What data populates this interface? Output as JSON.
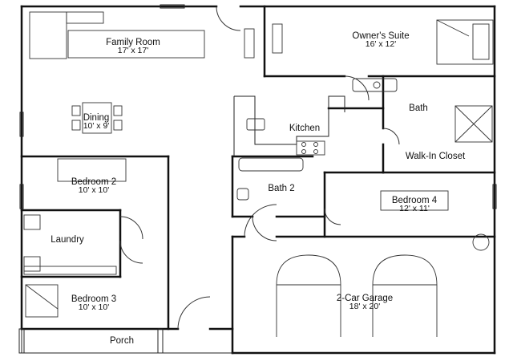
{
  "rooms": {
    "family_room": {
      "name": "Family Room",
      "dims": "17' x 17'"
    },
    "owners_suite": {
      "name": "Owner's Suite",
      "dims": "16' x 12'"
    },
    "dining": {
      "name": "Dining",
      "dims": "10' x 9'"
    },
    "bath": {
      "name": "Bath"
    },
    "kitchen": {
      "name": "Kitchen"
    },
    "walk_in_closet": {
      "name": "Walk-In Closet"
    },
    "bedroom_2": {
      "name": "Bedroom 2",
      "dims": "10' x 10'"
    },
    "bath_2": {
      "name": "Bath 2"
    },
    "bedroom_4": {
      "name": "Bedroom 4",
      "dims": "12' x 11'"
    },
    "laundry": {
      "name": "Laundry"
    },
    "bedroom_3": {
      "name": "Bedroom 3",
      "dims": "10' x 10'"
    },
    "garage": {
      "name": "2-Car Garage",
      "dims": "18' x 20'"
    },
    "porch": {
      "name": "Porch"
    }
  }
}
